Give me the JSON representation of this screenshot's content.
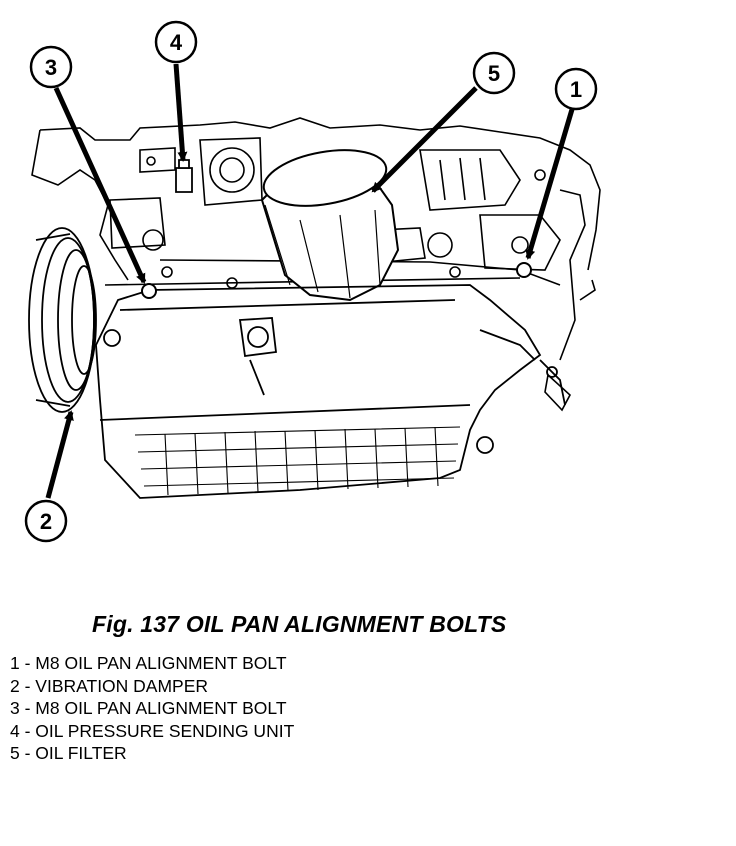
{
  "figure": {
    "caption": "Fig. 137 OIL PAN ALIGNMENT BOLTS",
    "callouts": [
      "1",
      "2",
      "3",
      "4",
      "5"
    ]
  },
  "legend": [
    "1 - M8 OIL PAN ALIGNMENT BOLT",
    "2 - VIBRATION DAMPER",
    "3 - M8 OIL PAN ALIGNMENT BOLT",
    "4 - OIL PRESSURE SENDING UNIT",
    "5 - OIL FILTER"
  ]
}
